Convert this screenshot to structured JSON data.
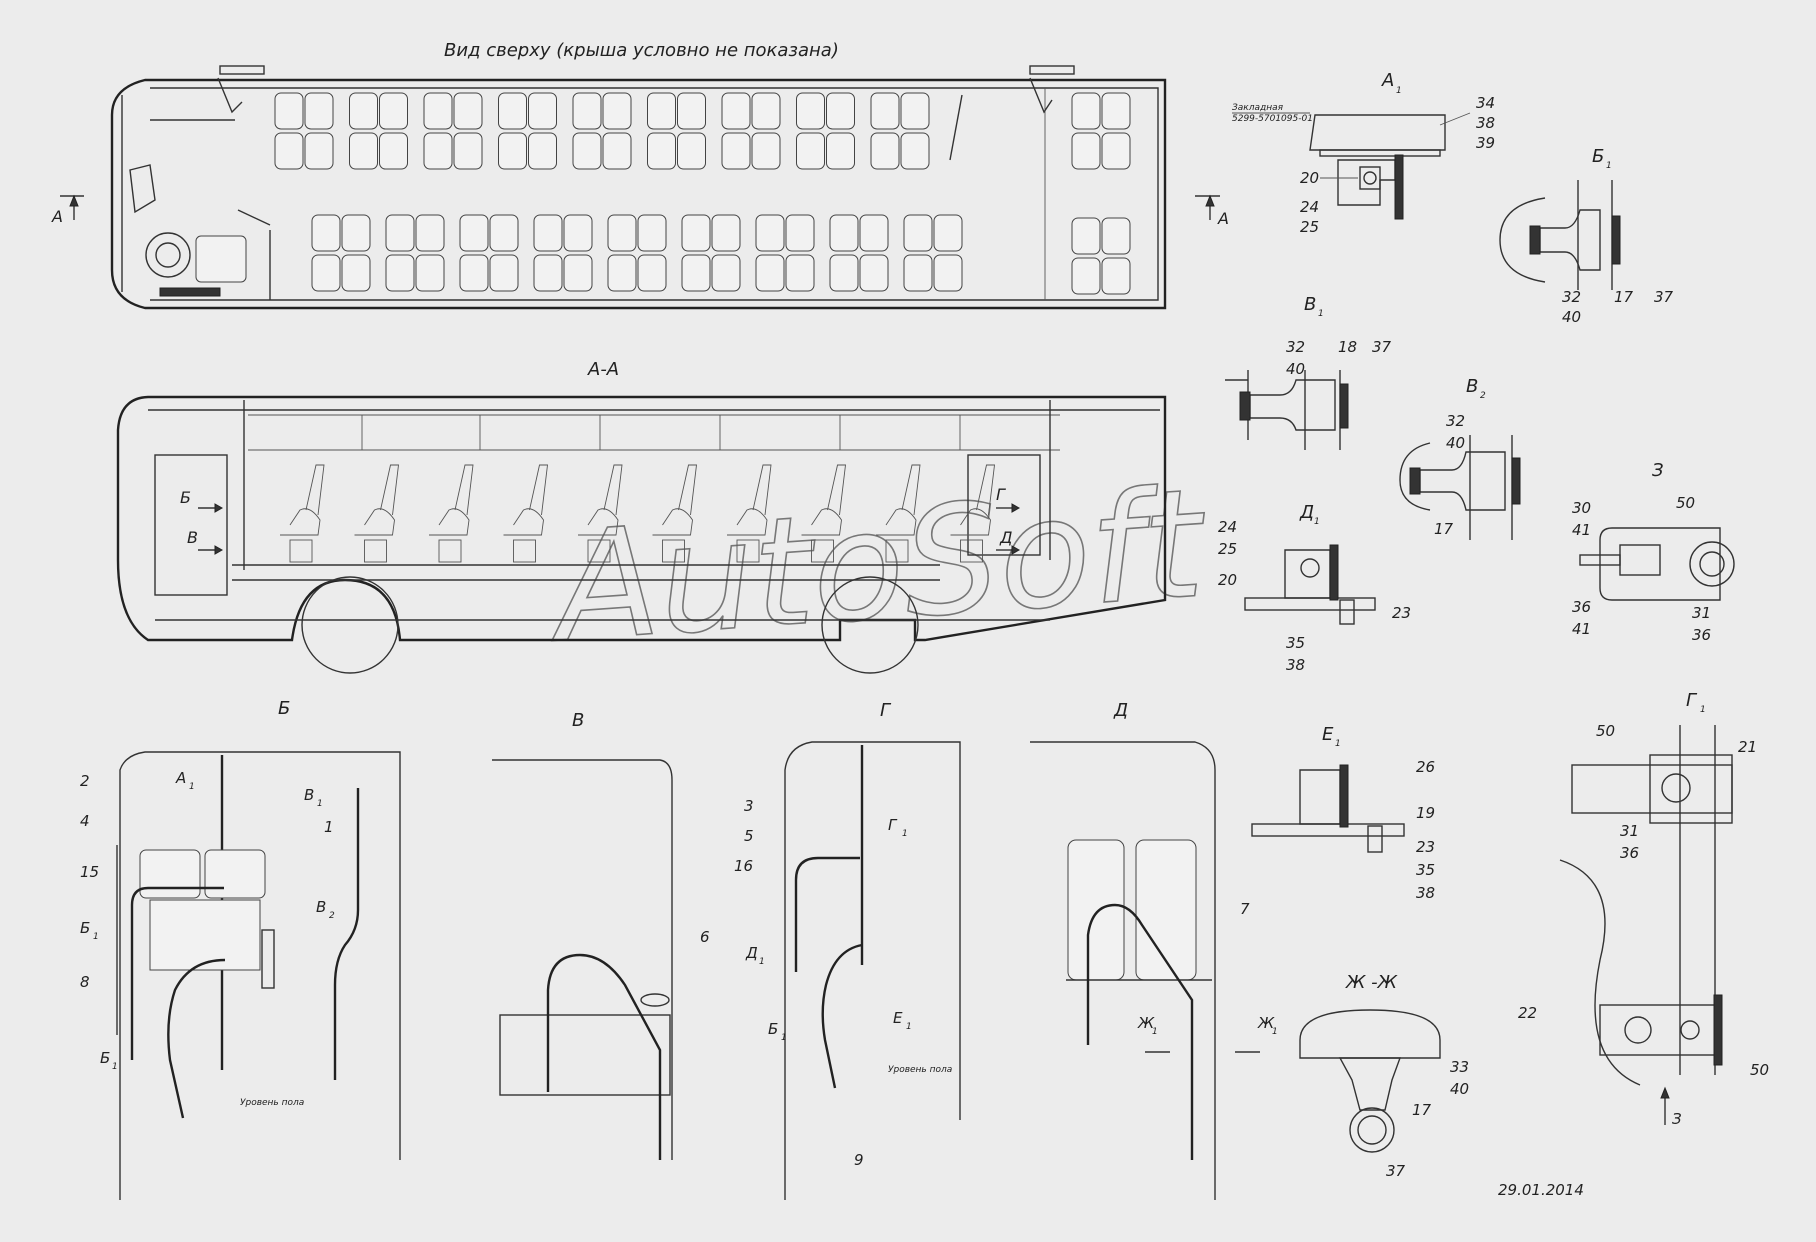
{
  "titles": {
    "top_view": "Вид сверху (крыша условно не показана)",
    "section_aa": "А-А",
    "view_b": "Б",
    "view_v": "В",
    "view_g": "Г",
    "view_d": "Д",
    "det_a1": "А",
    "det_b1": "Б",
    "det_v1": "В",
    "det_v2": "В",
    "det_d1": "Д",
    "det_z": "З",
    "det_e1": "Е",
    "det_g1": "Г",
    "det_zh": "Ж -Ж"
  },
  "section_marks": {
    "left": "А",
    "right": "А"
  },
  "subscripts": {
    "one": "1",
    "two": "2"
  },
  "aa_marks": [
    "Б",
    "В",
    "Г",
    "Д"
  ],
  "a1_note_line1": "Закладная",
  "a1_note_line2": "5299-5701095-01",
  "floor_level": "Уровень пола",
  "date": "29.01.2014",
  "watermark": "AutoSoft",
  "callouts": {
    "a1": [
      "34",
      "38",
      "39",
      "20",
      "24",
      "25"
    ],
    "b1": [
      "32",
      "40",
      "17",
      "37"
    ],
    "v1": [
      "32",
      "40",
      "18",
      "37"
    ],
    "v2": [
      "32",
      "40",
      "17"
    ],
    "d1": [
      "24",
      "25",
      "20",
      "23",
      "35",
      "38"
    ],
    "z": [
      "30",
      "41",
      "50",
      "36",
      "41",
      "31",
      "36"
    ],
    "e1": [
      "26",
      "19",
      "23",
      "35",
      "38"
    ],
    "g1": [
      "50",
      "21",
      "31",
      "36",
      "22",
      "50",
      "З"
    ],
    "zh": [
      "33",
      "40",
      "17",
      "37"
    ],
    "view_b": [
      "2",
      "4",
      "15",
      "1",
      "8",
      "А",
      "В",
      "Б",
      "В",
      "Б"
    ],
    "view_v": [
      "6"
    ],
    "view_g": [
      "3",
      "5",
      "16",
      "Г",
      "Д",
      "Б",
      "Е",
      "9"
    ],
    "view_d": [
      "7",
      "Ж",
      "Ж"
    ]
  }
}
